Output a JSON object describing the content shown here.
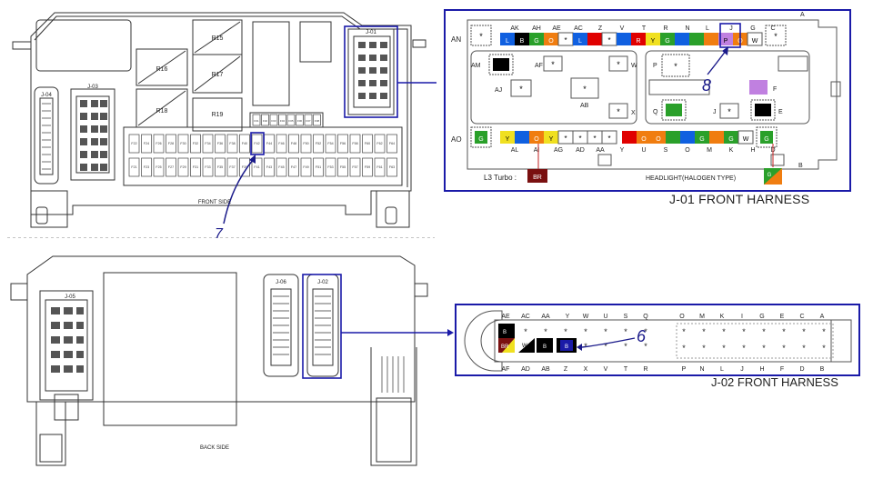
{
  "top_box": {
    "relays": [
      "R15",
      "R16",
      "R17",
      "R18",
      "R19"
    ],
    "connectors": [
      "J-01",
      "J-03",
      "J-04"
    ],
    "front_label": "FRONT SIDE",
    "fuse_row1": [
      "F22",
      "F24",
      "F26",
      "F28",
      "F30",
      "F32",
      "F34",
      "F36",
      "F38",
      "F40",
      "F42",
      "F44",
      "F46",
      "F48",
      "F50",
      "F52",
      "F54",
      "F56",
      "F58",
      "F60",
      "F62",
      "F64"
    ],
    "fuse_row2": [
      "F21",
      "F23",
      "F25",
      "F27",
      "F29",
      "F31",
      "F33",
      "F35",
      "F37",
      "F39",
      "F41",
      "F43",
      "F45",
      "F47",
      "F49",
      "F51",
      "F53",
      "F55",
      "F57",
      "F59",
      "F61",
      "F63"
    ],
    "fuse_top": [
      "F01",
      "F02",
      "F03",
      "F04",
      "F05",
      "F06",
      "F07",
      "F08"
    ]
  },
  "bottom_box": {
    "connectors": [
      "J-05",
      "J-06",
      "J-02"
    ],
    "back_label": "BACK SIDE"
  },
  "j01": {
    "title": "J-01  FRONT HARNESS",
    "side_labels": {
      "an": "AN",
      "am": "AM",
      "ao": "AO",
      "a": "A",
      "b": "B"
    },
    "row_an_letters": [
      "AK",
      "AH",
      "AE",
      "AC",
      "Z",
      "V",
      "T",
      "R",
      "N",
      "L",
      "J",
      "G",
      "C"
    ],
    "row_ao_letters": [
      "AL",
      "AI",
      "AG",
      "AD",
      "AA",
      "Y",
      "U",
      "S",
      "O",
      "M",
      "K",
      "H",
      "D"
    ],
    "mid_letters": {
      "af": "AF",
      "w": "W",
      "aj": "AJ",
      "ab": "AB",
      "x": "X",
      "p": "P",
      "q": "Q",
      "j": "J",
      "e": "E",
      "f": "F"
    },
    "pins_an": [
      "*",
      "L",
      "B",
      "G",
      "O",
      "*",
      "L",
      "*",
      "R",
      "Y",
      "G",
      "P",
      "O",
      "W",
      "*"
    ],
    "pins_ao": [
      "G",
      "Y",
      "O",
      "Y",
      "*",
      "*",
      "*",
      "*",
      "O",
      "O",
      "G",
      "G",
      "W",
      "G"
    ],
    "l3_turbo": "L3 Turbo :",
    "l3_turbo_code": "BR",
    "headlight": "HEADLIGHT(HALOGEN TYPE)",
    "headlight_code": "G",
    "annotation": "8"
  },
  "j02": {
    "title": "J-02  FRONT HARNESS",
    "row_top_letters": [
      "AE",
      "AC",
      "AA",
      "Y",
      "W",
      "U",
      "S",
      "Q",
      "O",
      "M",
      "K",
      "I",
      "G",
      "E",
      "C",
      "A"
    ],
    "row_bot_letters": [
      "AF",
      "AD",
      "AB",
      "Z",
      "X",
      "V",
      "T",
      "R",
      "P",
      "N",
      "L",
      "J",
      "H",
      "F",
      "D",
      "B"
    ],
    "pins": [
      "B",
      "BR",
      "W",
      "B",
      "B"
    ],
    "annotation": "6"
  },
  "annotations": {
    "fuse": "7"
  },
  "colors": {
    "frame": "#1a1aa8",
    "pencil": "#1a1a8a",
    "red": "#e00000",
    "green": "#2aa02a",
    "blue": "#1060e0",
    "orange": "#f07d10",
    "yellow": "#f0e020",
    "violet": "#c080e0",
    "brown": "#7a1010"
  }
}
